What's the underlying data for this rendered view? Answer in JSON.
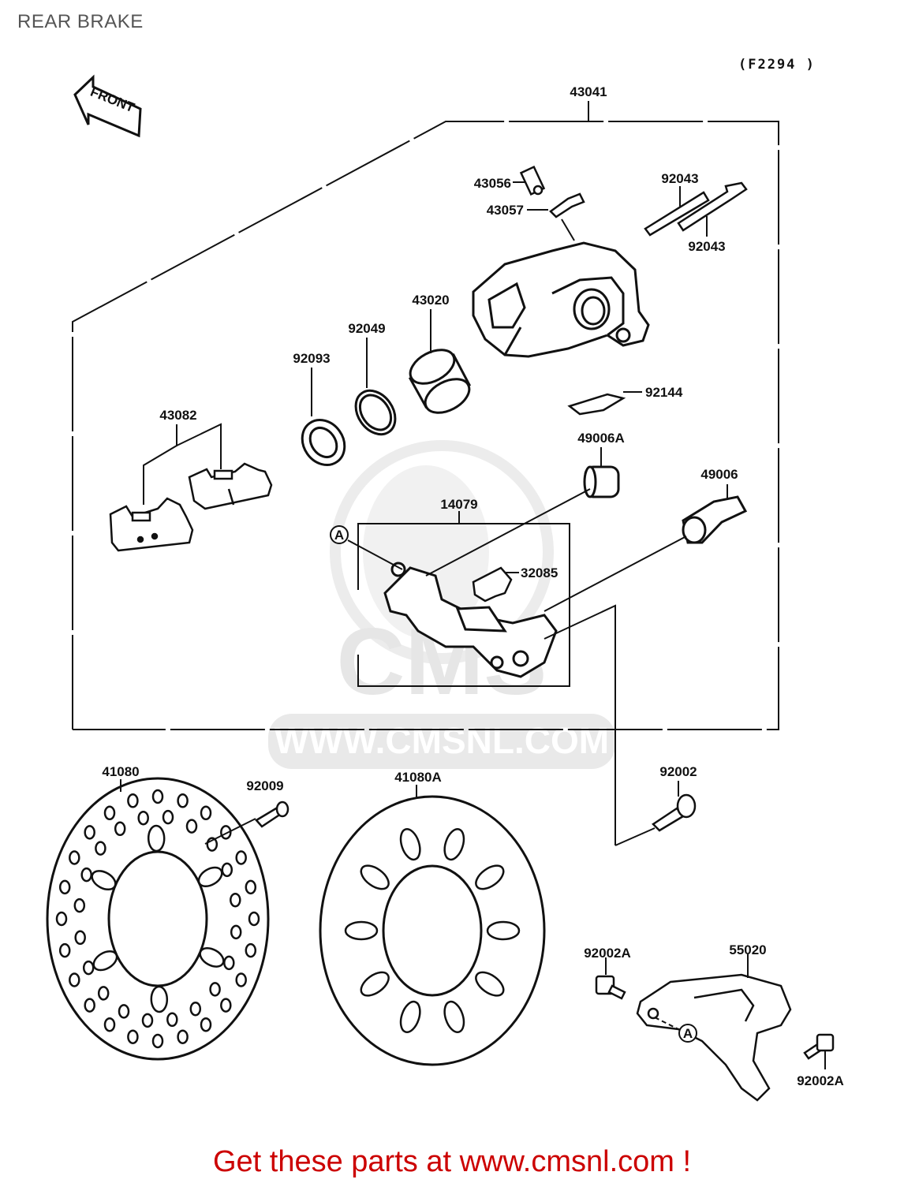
{
  "page": {
    "title": "REAR BRAKE",
    "diagram_code": "(F2294 )",
    "front_label": "FRONT",
    "footer": "Get these parts at www.cmsnl.com !"
  },
  "watermark": {
    "brand": "CMS",
    "url": "WWW.CMSNL.COM"
  },
  "parts": {
    "p43041": "43041",
    "p43056": "43056",
    "p43057": "43057",
    "p92043a": "92043",
    "p92043b": "92043",
    "p43020": "43020",
    "p92049": "92049",
    "p92093": "92093",
    "p43082": "43082",
    "p92144": "92144",
    "p49006A": "49006A",
    "p49006": "49006",
    "p14079": "14079",
    "p32085": "32085",
    "p41080": "41080",
    "p92009": "92009",
    "p41080A": "41080A",
    "p92002": "92002",
    "p92002Aa": "92002A",
    "p55020": "55020",
    "p92002Ab": "92002A"
  },
  "reference_marks": {
    "a1": "A",
    "a2": "A"
  },
  "colors": {
    "title": "#555555",
    "footer": "#cc0000",
    "line": "#111111",
    "watermark": "#e6e6e6"
  }
}
